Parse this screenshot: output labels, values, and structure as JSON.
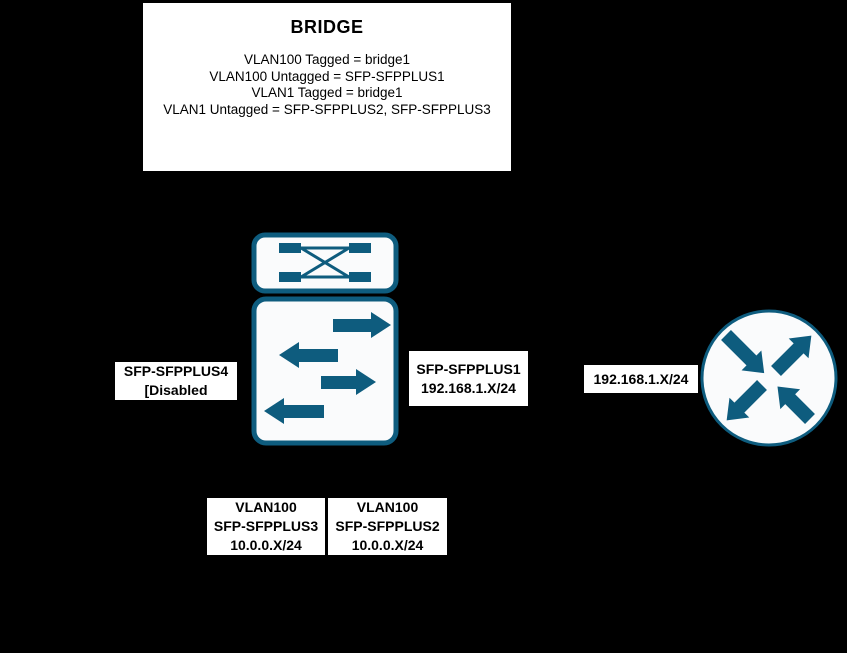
{
  "colors": {
    "background": "#000000",
    "teal": "#0e5c7e",
    "icon_fill": "#fafbfc",
    "label_bg": "#ffffff",
    "text": "#000000"
  },
  "bridge_box": {
    "title": "BRIDGE",
    "lines": [
      "VLAN100 Tagged = bridge1",
      "VLAN100 Untagged = SFP-SFPPLUS1",
      "VLAN1 Tagged = bridge1",
      "VLAN1 Untagged = SFP-SFPPLUS2, SFP-SFPPLUS3"
    ]
  },
  "labels": {
    "port4": {
      "line1": "SFP-SFPPLUS4",
      "line2": "[Disabled"
    },
    "port1": {
      "line1": "SFP-SFPPLUS1",
      "line2": "192.168.1.X/24"
    },
    "router_ip": {
      "line1": "192.168.1.X/24"
    },
    "port3": {
      "line1": "VLAN100",
      "line2": "SFP-SFPPLUS3",
      "line3": "10.0.0.X/24"
    },
    "port2": {
      "line1": "VLAN100",
      "line2": "SFP-SFPPLUS2",
      "line3": "10.0.0.X/24"
    }
  },
  "icons": {
    "bridge": "bridge-device-icon",
    "switch": "switch-device-icon",
    "router": "router-device-icon"
  }
}
